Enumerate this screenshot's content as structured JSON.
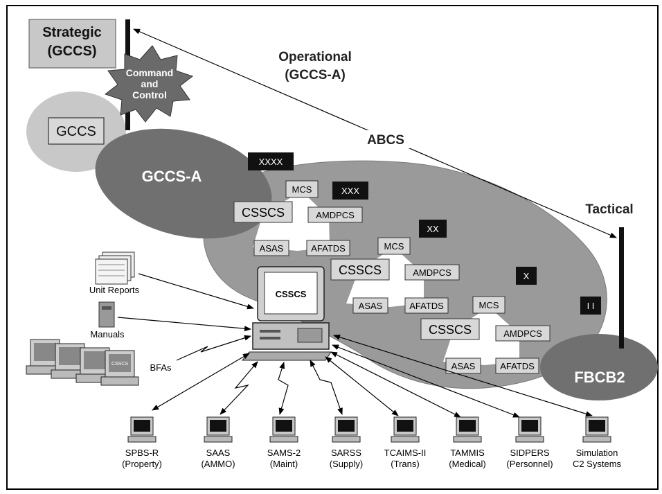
{
  "levels": {
    "strategic": [
      "Strategic",
      "(GCCS)"
    ],
    "operational": [
      "Operational",
      "(GCCS-A)"
    ],
    "tactical": "Tactical",
    "abcs": "ABCS"
  },
  "command_control": [
    "Command",
    "and",
    "Control"
  ],
  "gccs_box": "GCCS",
  "gccs_a": "GCCS-A",
  "fbcb2": "FBCB2",
  "echelons": [
    "XXXX",
    "XXX",
    "XX",
    "X",
    "I I"
  ],
  "clusters": [
    {
      "center": "CSSCS",
      "mcs": "MCS",
      "amdpcs": "AMDPCS",
      "asas": "ASAS",
      "afatds": "AFATDS"
    },
    {
      "center": "CSSCS",
      "mcs": "MCS",
      "amdpcs": "AMDPCS",
      "asas": "ASAS",
      "afatds": "AFATDS"
    },
    {
      "center": "CSSCS",
      "mcs": "MCS",
      "amdpcs": "AMDPCS",
      "asas": "ASAS",
      "afatds": "AFATDS"
    }
  ],
  "computer_screen": "CSSCS",
  "inputs": {
    "unit_reports": "Unit Reports",
    "manuals": "Manuals",
    "bfas": "BFAs",
    "bfa_screen": "CSSCS"
  },
  "systems": [
    [
      "SPBS-R",
      "(Property)"
    ],
    [
      "SAAS",
      "(AMMO)"
    ],
    [
      "SAMS-2",
      "(Maint)"
    ],
    [
      "SARSS",
      "(Supply)"
    ],
    [
      "TCAIMS-II",
      "(Trans)"
    ],
    [
      "TAMMIS",
      "(Medical)"
    ],
    [
      "SIDPERS",
      "(Personnel)"
    ],
    [
      "Simulation",
      "C2 Systems"
    ]
  ]
}
